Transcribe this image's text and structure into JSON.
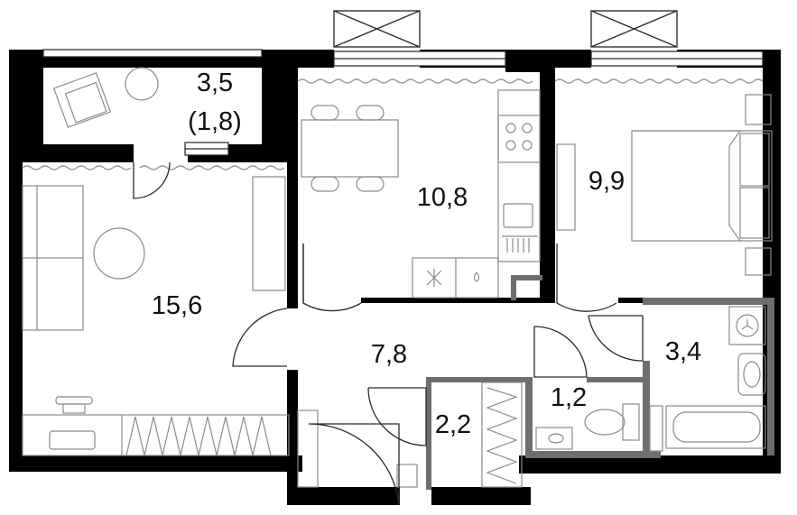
{
  "plan": {
    "rooms": [
      {
        "id": "balcony",
        "area": "3,5",
        "area_reduced": "(1,8)"
      },
      {
        "id": "kitchen",
        "area": "10,8"
      },
      {
        "id": "bedroom",
        "area": "9,9"
      },
      {
        "id": "living-room",
        "area": "15,6"
      },
      {
        "id": "hallway",
        "area": "7,8"
      },
      {
        "id": "bathroom",
        "area": "3,4"
      },
      {
        "id": "wc",
        "area": "1,2"
      },
      {
        "id": "wardrobe",
        "area": "2,2"
      }
    ]
  },
  "colors": {
    "wall": "#000000",
    "wet_zone_wall": "#6e6e6e",
    "furniture_line": "#2a2a2a",
    "background": "#ffffff"
  }
}
